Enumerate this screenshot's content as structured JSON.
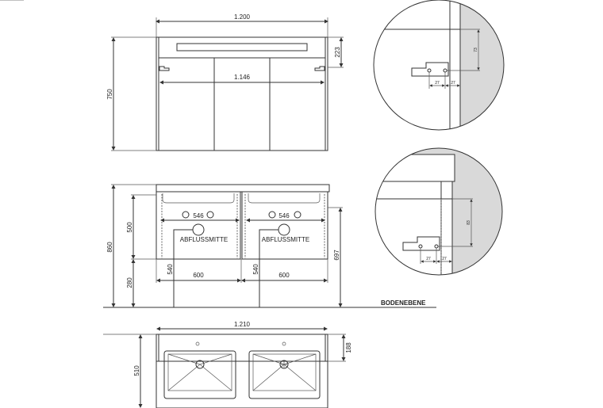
{
  "front_view": {
    "width": "1.200",
    "inner_width": "1.146",
    "height": "750",
    "top_panel_height": "223"
  },
  "side_view": {
    "total_height": "860",
    "cabinet_height": "500",
    "floor_clearance": "280",
    "hole_spacing_left": "546",
    "hole_spacing_right": "546",
    "drain_label_left": "ABFLUSSMITTE",
    "drain_label_right": "ABFLUSSMITTE",
    "drain_height_left": "540",
    "drain_height_right": "540",
    "unit_width_left": "600",
    "unit_width_right": "600",
    "bracket_height": "697",
    "floor_label": "BODENEBENE"
  },
  "plan_view": {
    "width": "1.210",
    "depth": "510",
    "tap_offset": "188"
  },
  "detail_top": {
    "vertical": "73",
    "spacing_a": "27",
    "spacing_b": "27"
  },
  "detail_bottom": {
    "vertical": "83",
    "spacing_a": "27",
    "spacing_b": "27"
  },
  "colors": {
    "line": "#333333",
    "wall_fill": "#d9d9d9"
  }
}
